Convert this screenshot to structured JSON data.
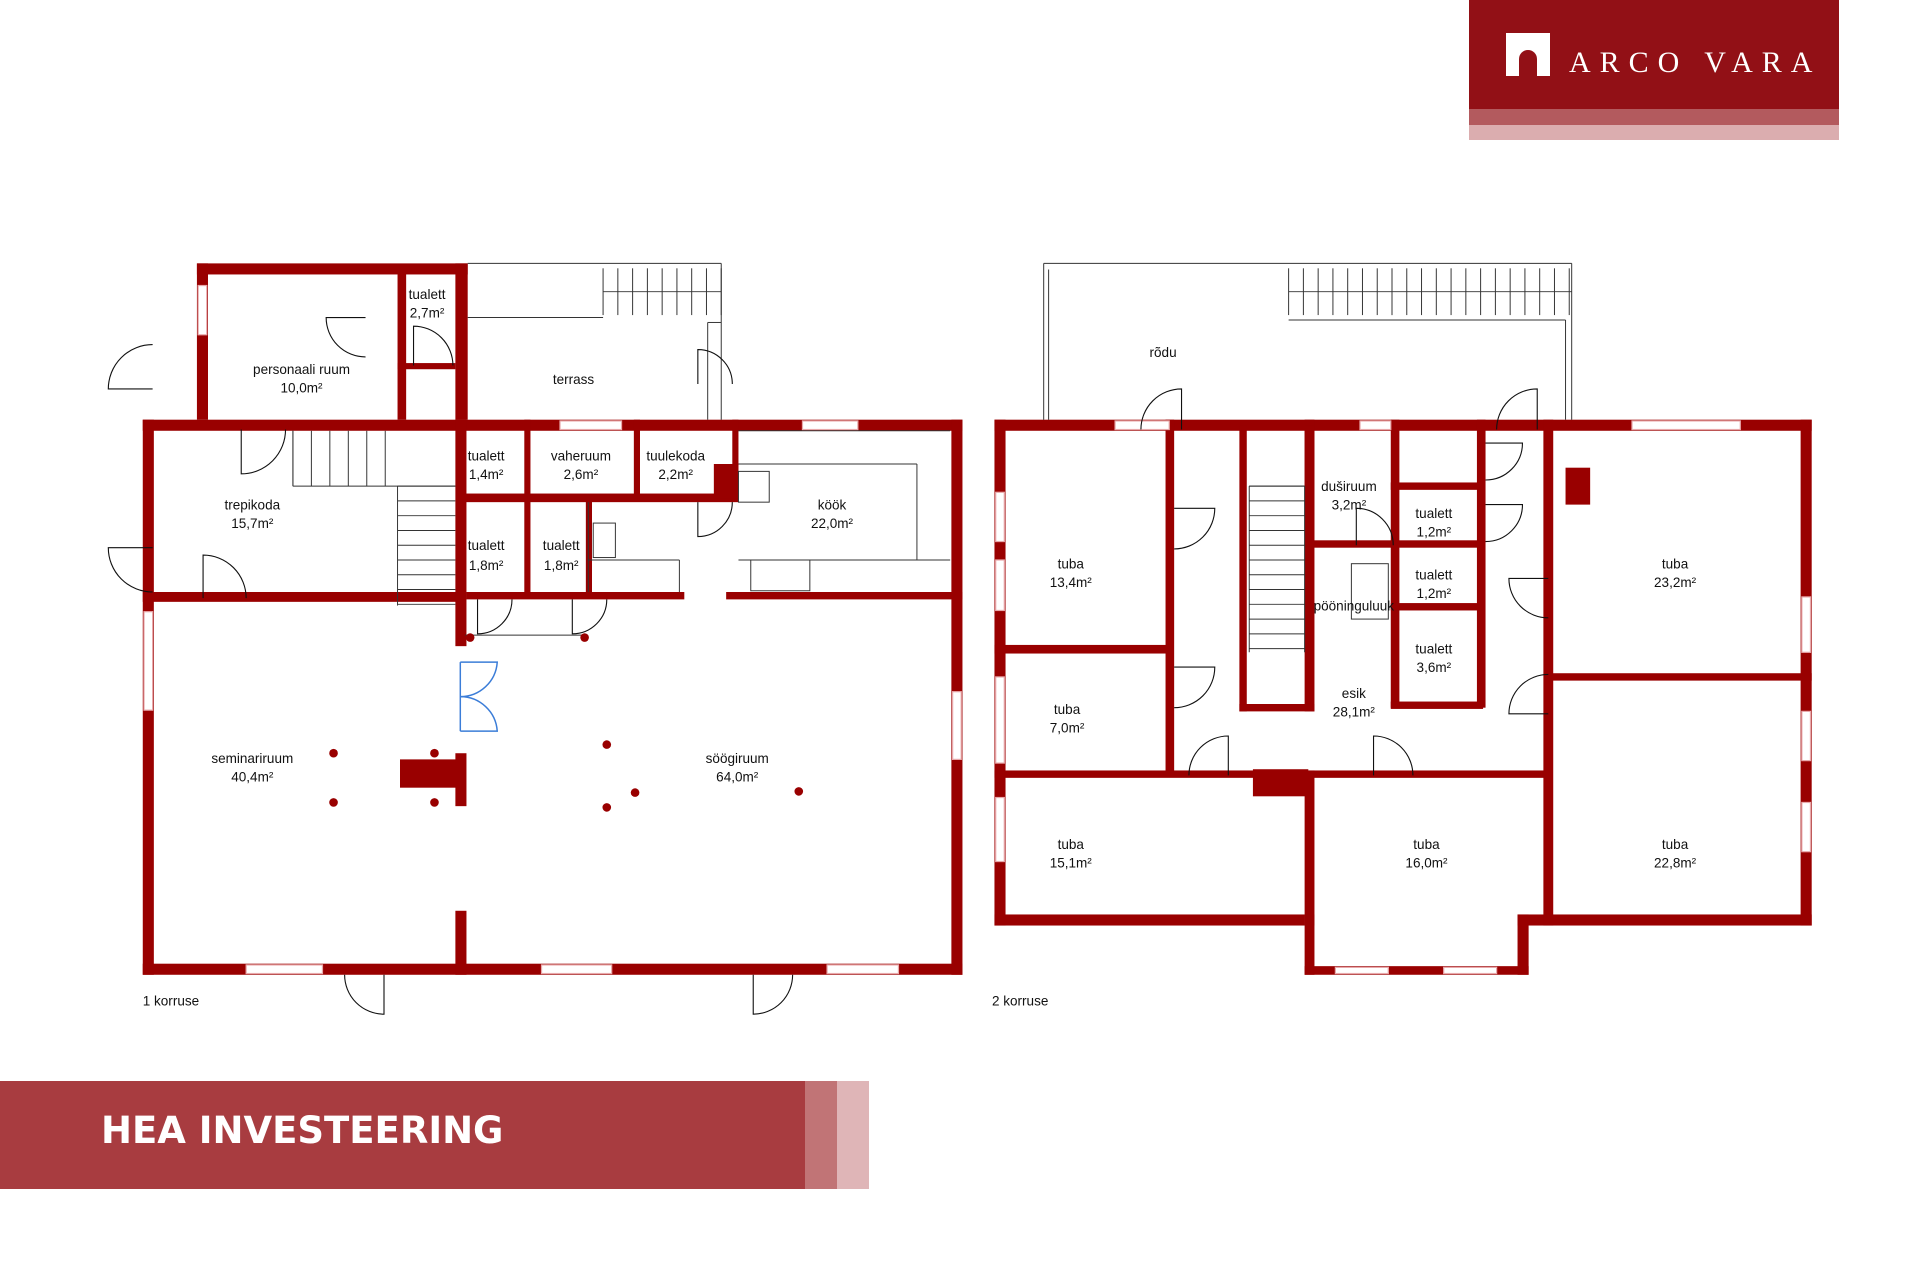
{
  "brand": {
    "name": "ARCO VARA",
    "color": "#921016"
  },
  "banner": {
    "text": "HEA INVESTEERING"
  },
  "floor1": {
    "caption": "1 korruse",
    "rooms": [
      {
        "name": "personaali  ruum",
        "area": "10,0m²"
      },
      {
        "name": "tualett",
        "area": "2,7m²"
      },
      {
        "name": "terrass",
        "area": ""
      },
      {
        "name": "trepikoda",
        "area": "15,7m²"
      },
      {
        "name": "tualett",
        "area": "1,4m²"
      },
      {
        "name": "vaheruum",
        "area": "2,6m²"
      },
      {
        "name": "tuulekoda",
        "area": "2,2m²"
      },
      {
        "name": "köök",
        "area": "22,0m²"
      },
      {
        "name": "tualett",
        "area": "1,8m²"
      },
      {
        "name": "tualett",
        "area": "1,8m²"
      },
      {
        "name": "seminariruum",
        "area": "40,4m²"
      },
      {
        "name": "söögiruum",
        "area": "64,0m²"
      }
    ]
  },
  "floor2": {
    "caption": "2 korruse",
    "rooms": [
      {
        "name": "rõdu",
        "area": ""
      },
      {
        "name": "tuba",
        "area": "13,4m²"
      },
      {
        "name": "duširuum",
        "area": "3,2m²"
      },
      {
        "name": "tualett",
        "area": "1,2m²"
      },
      {
        "name": "tualett",
        "area": "1,2m²"
      },
      {
        "name": "pööninguluuk",
        "area": ""
      },
      {
        "name": "tualett",
        "area": "3,6m²"
      },
      {
        "name": "tuba",
        "area": "23,2m²"
      },
      {
        "name": "tuba",
        "area": "7,0m²"
      },
      {
        "name": "esik",
        "area": "28,1m²"
      },
      {
        "name": "tuba",
        "area": "15,1m²"
      },
      {
        "name": "tuba",
        "area": "16,0m²"
      },
      {
        "name": "tuba",
        "area": "22,8m²"
      }
    ]
  },
  "colors": {
    "wall": "#990000",
    "window": "#e8a9ab",
    "door_glass": "#3b7dd8"
  }
}
